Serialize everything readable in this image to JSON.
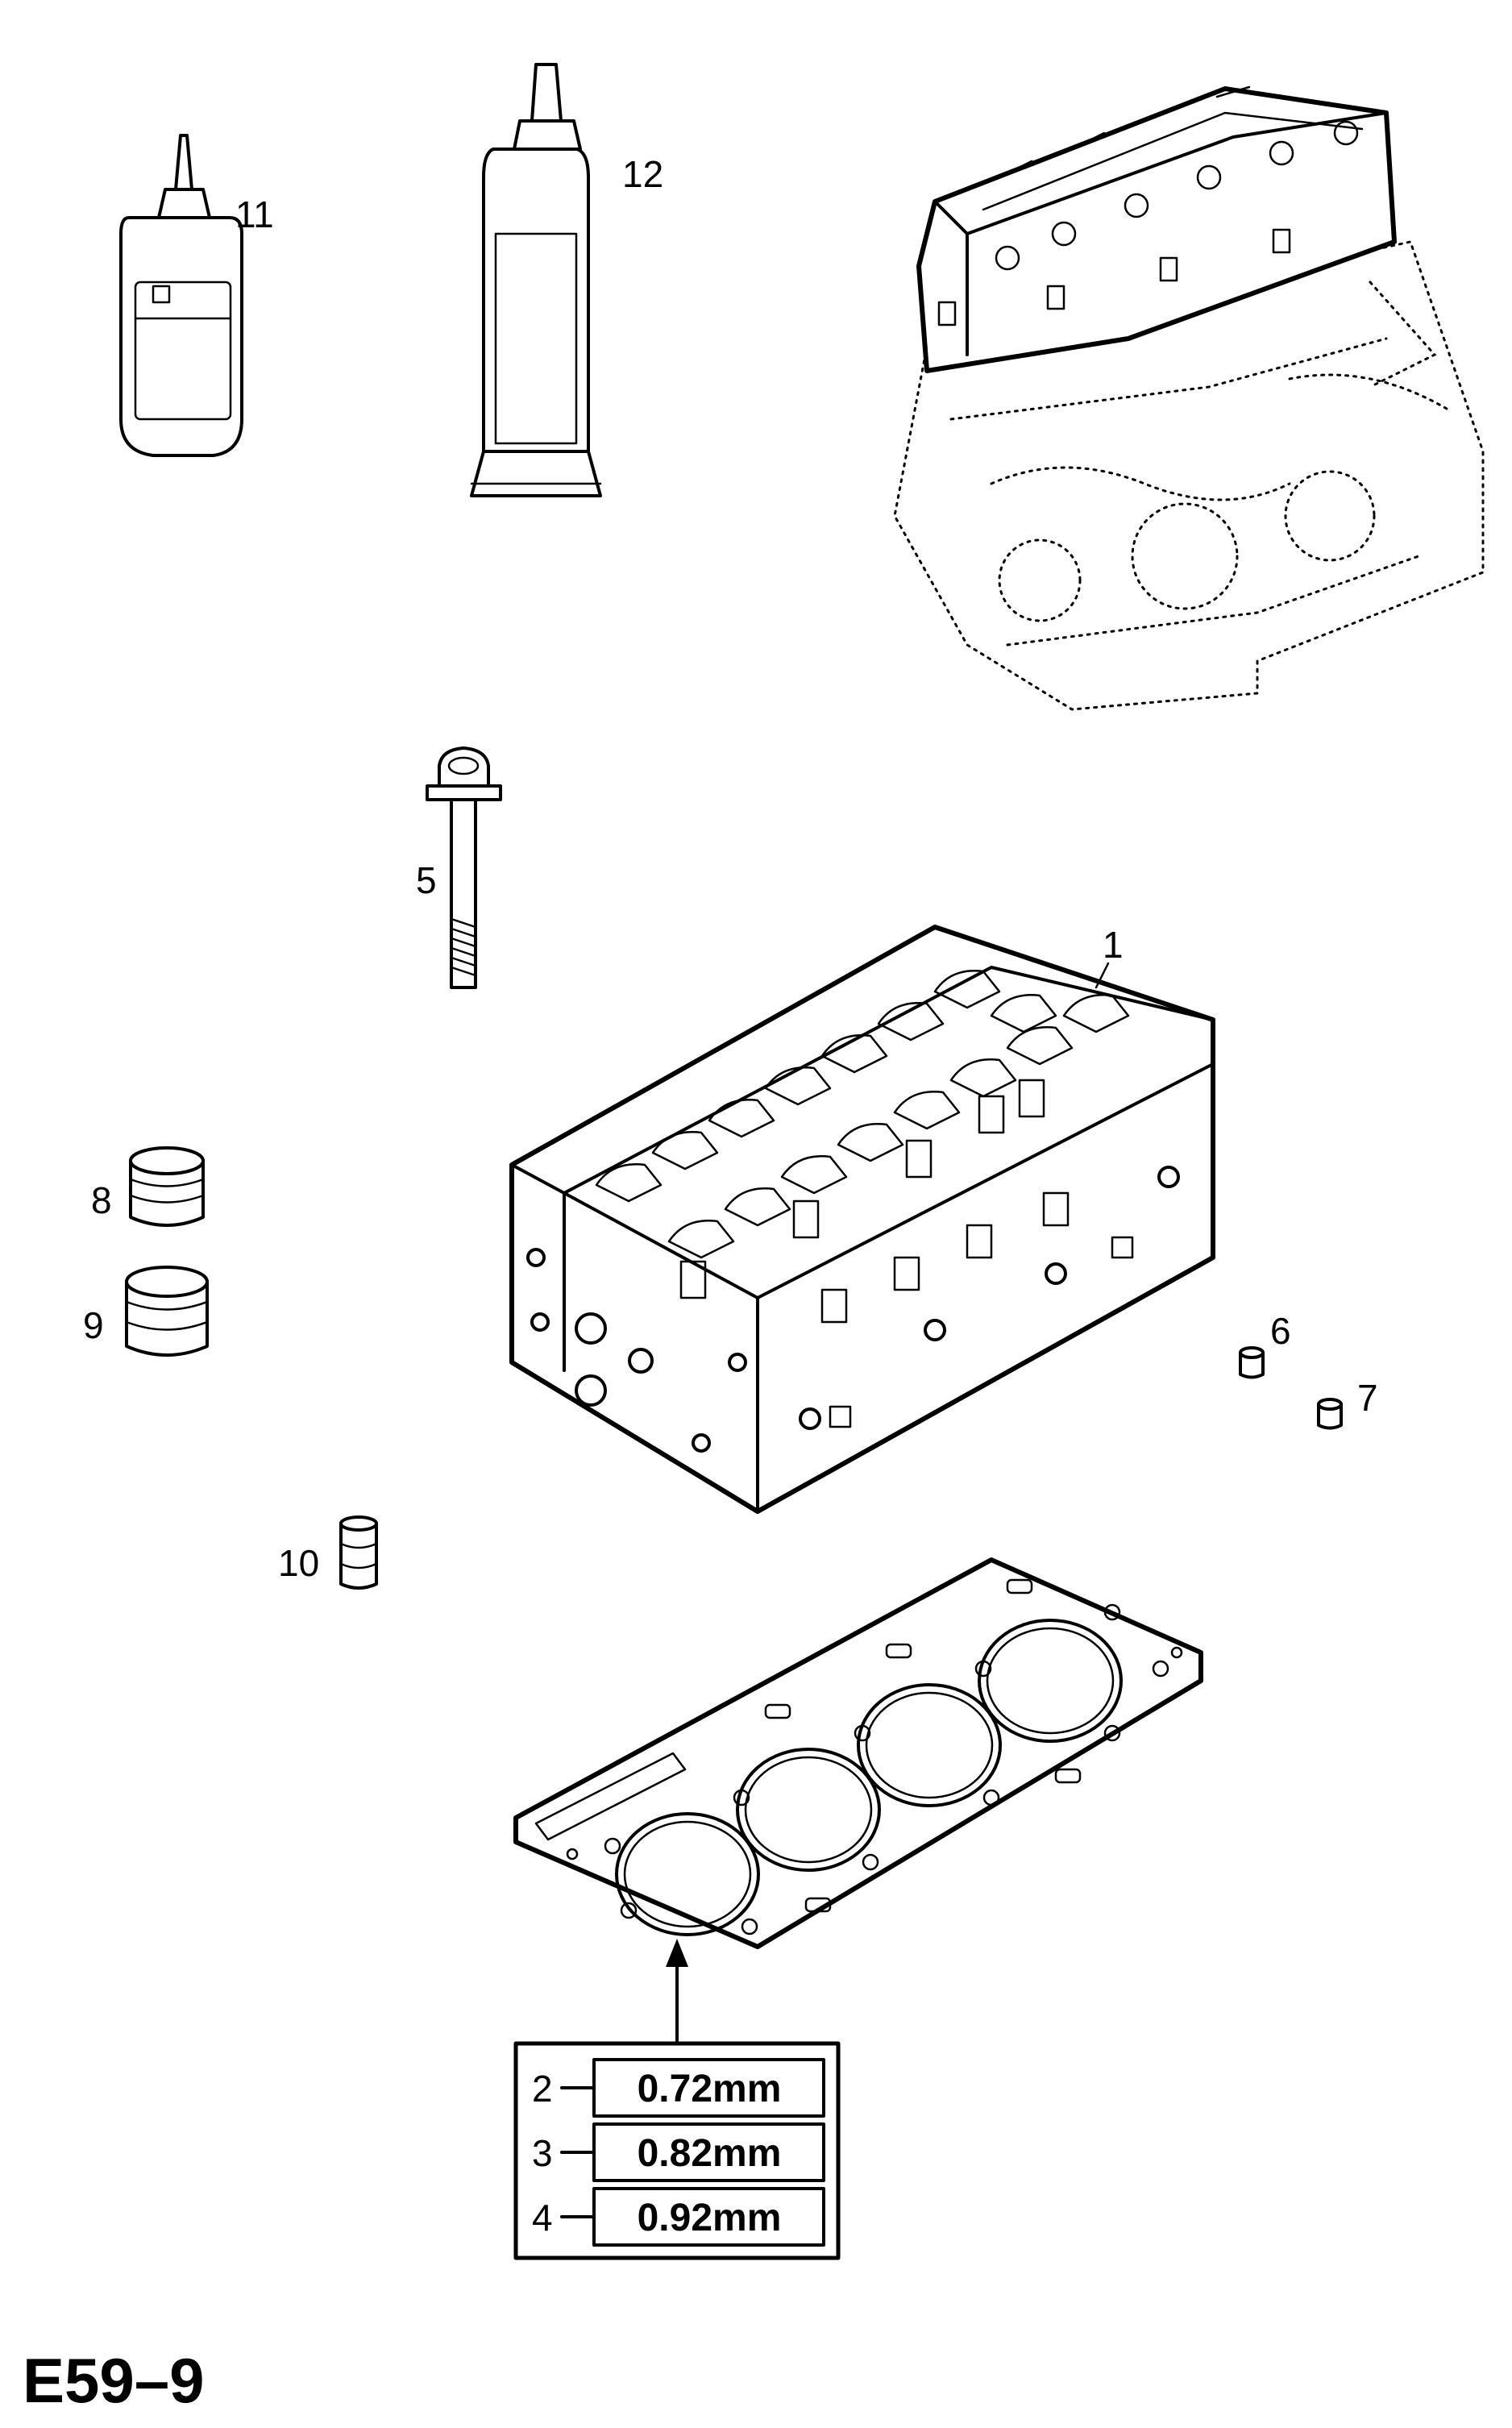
{
  "diagram_code": "E59–9",
  "callouts": {
    "c1": "1",
    "c5": "5",
    "c6": "6",
    "c7": "7",
    "c8": "8",
    "c9": "9",
    "c10": "10",
    "c11": "11",
    "c12": "12"
  },
  "thickness_table": [
    {
      "ref": "2",
      "value": "0.72mm"
    },
    {
      "ref": "3",
      "value": "0.82mm"
    },
    {
      "ref": "4",
      "value": "0.92mm"
    }
  ]
}
